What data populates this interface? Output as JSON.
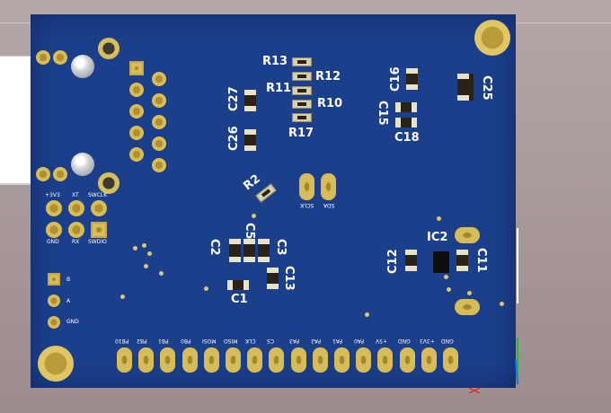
{
  "components": {
    "R13": "R13",
    "R12": "R12",
    "R11": "R11",
    "R10": "R10",
    "R17": "R17",
    "C27": "C27",
    "C26": "C26",
    "C16": "C16",
    "C25": "C25",
    "C15": "C15",
    "C18": "C18",
    "R2": "R2",
    "C5": "C5",
    "C2": "C2",
    "C3": "C3",
    "C13": "C13",
    "C1": "C1",
    "IC2": "IC2",
    "C12": "C12",
    "C11": "C11"
  },
  "i2c_pads": {
    "sclk": "SCLK",
    "sda": "SDA"
  },
  "debug_header": {
    "v33": "+3V3",
    "xt": "XT",
    "swclk": "SWCLK",
    "gnd": "GND",
    "rx": "RX",
    "swdio": "SWDIO"
  },
  "side_pads": {
    "b": "B",
    "a": "A",
    "gnd": "GND"
  },
  "pin_header": [
    "PB10",
    "PB2",
    "PB1",
    "PB0",
    "MOSI",
    "MISO",
    "CLK",
    "CS",
    "PA3",
    "PA2",
    "PA1",
    "PA0",
    "+5V",
    "GND",
    "+3V3",
    "GND"
  ],
  "colors": {
    "board": "#1b3f8a",
    "copper": "#d8bc58",
    "silkscreen": "#ffffff"
  }
}
